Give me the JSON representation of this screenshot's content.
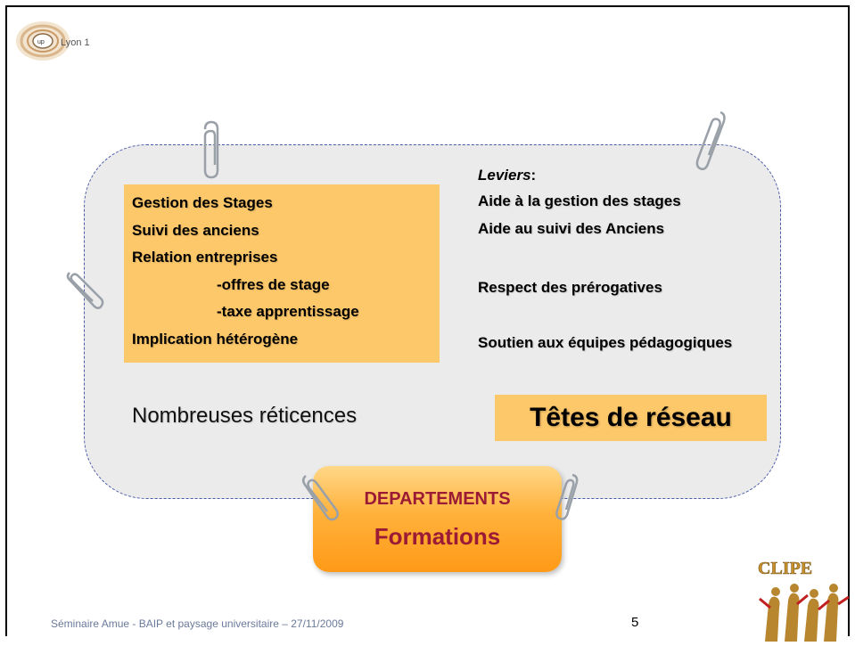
{
  "header": {
    "logo_text": "Lyon 1"
  },
  "issues": {
    "items": [
      {
        "label": "Gestion des Stages",
        "indent": false
      },
      {
        "label": "Suivi des anciens",
        "indent": false
      },
      {
        "label": "Relation entreprises",
        "indent": false
      },
      {
        "label": "-offres de stage",
        "indent": true
      },
      {
        "label": "-taxe apprentissage",
        "indent": true
      },
      {
        "label": "Implication hétérogène",
        "indent": false
      }
    ]
  },
  "levers": {
    "title": "Leviers",
    "colon": ":",
    "items": [
      "Aide à la gestion des stages",
      "Aide au suivi des Anciens",
      "Respect des prérogatives",
      "Soutien aux équipes pédagogiques"
    ]
  },
  "reticences": "Nombreuses réticences",
  "tetes_reseau": "Têtes de réseau",
  "departements": {
    "title": "DEPARTEMENTS",
    "subtitle": "Formations"
  },
  "footer": {
    "text": "Séminaire Amue  - BAIP et paysage universitaire – 27/11/2009",
    "page_number": "5"
  },
  "brand_logo": "CLIPE",
  "colors": {
    "highlight": "#fdc86a",
    "panel": "#ebebeb",
    "panel_border": "#4a5ca8",
    "dept_text": "#9b1a35"
  }
}
